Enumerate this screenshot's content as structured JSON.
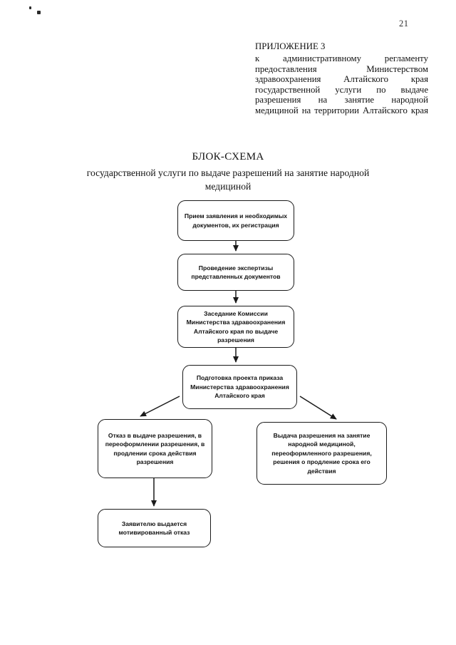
{
  "page": {
    "number": "21"
  },
  "header": {
    "appendix_title": "ПРИЛОЖЕНИЕ 3",
    "appendix_body": "к административному регламенту предоставления Министерством здравоохранения Алтайского края государственной услуги по выдаче разрешения на занятие народной медициной на территории Алтайского края"
  },
  "title": {
    "main": "БЛОК-СХЕМА",
    "subtitle": "государственной услуги по выдаче разрешений на занятие народной медициной"
  },
  "flowchart": {
    "nodes": [
      {
        "id": "node-1",
        "text": "Прием заявления и необходимых документов, их регистрация"
      },
      {
        "id": "node-2",
        "text": "Проведение экспертизы представленных документов"
      },
      {
        "id": "node-3",
        "text": "Заседание Комиссии Министерства здравоохранения Алтайского края по выдаче разрешения"
      },
      {
        "id": "node-4",
        "text": "Подготовка проекта приказа Министерства здравоохранения Алтайского края"
      },
      {
        "id": "node-5",
        "text": "Отказ в выдаче разрешения, в переоформлении разрешения, в продлении срока действия разрешения"
      },
      {
        "id": "node-6",
        "text": "Выдача разрешения на занятие народной медициной, переоформленного разрешения, решения о продление срока его действия"
      },
      {
        "id": "node-7",
        "text": "Заявителю выдается мотивированный отказ"
      }
    ]
  },
  "colors": {
    "ink": "#111111",
    "paper": "#ffffff"
  }
}
